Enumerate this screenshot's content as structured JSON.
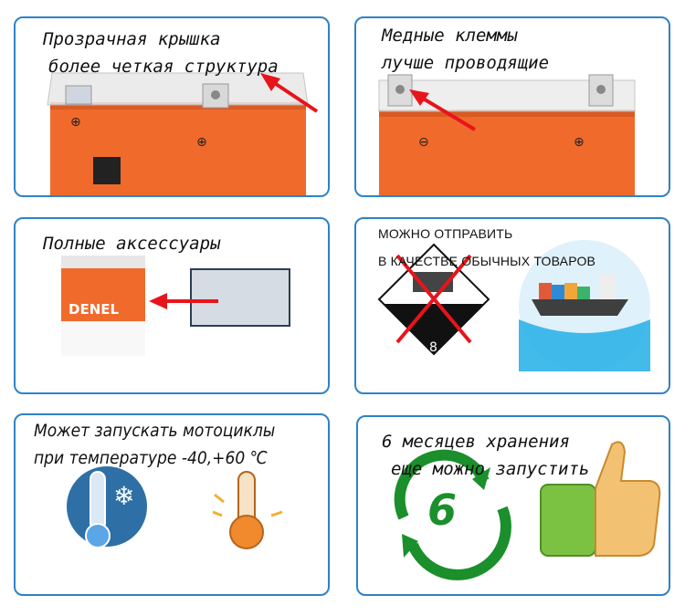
{
  "cards": {
    "lid": {
      "line1": "Прозрачная крышка",
      "line2": "более четкая структура"
    },
    "terminals": {
      "line1": "Медные клеммы",
      "line2": "лучше проводящие"
    },
    "accessories": {
      "line1": "Полные аксессуары",
      "brand": "DENEL"
    },
    "shipping": {
      "line1": "МОЖНО ОТПРАВИТЬ",
      "line2": "В КАЧЕСТВЕ ОБЫЧНЫХ ТОВАРОВ",
      "hazard_class": "8"
    },
    "temperature": {
      "line1": "Может запускать мотоциклы",
      "line2": "при температуре -40,+60 ℃"
    },
    "storage": {
      "line1": "6 месяцев хранения",
      "line2": "еще можно запустить",
      "badge": "6"
    }
  },
  "colors": {
    "border": "#2f82c6",
    "battery_orange": "#f06a2c",
    "arrow_red": "#e8141b",
    "recycle_green": "#1a8f2b",
    "thumb_green": "#7cc242",
    "thumb_skin": "#f2c272"
  },
  "icons": [
    "battery-image",
    "red-arrow-icon",
    "hazard-diamond-icon",
    "ship-icon",
    "cold-thermometer-icon",
    "hot-thermometer-icon",
    "recycle-arrows-icon",
    "thumbs-up-icon"
  ]
}
